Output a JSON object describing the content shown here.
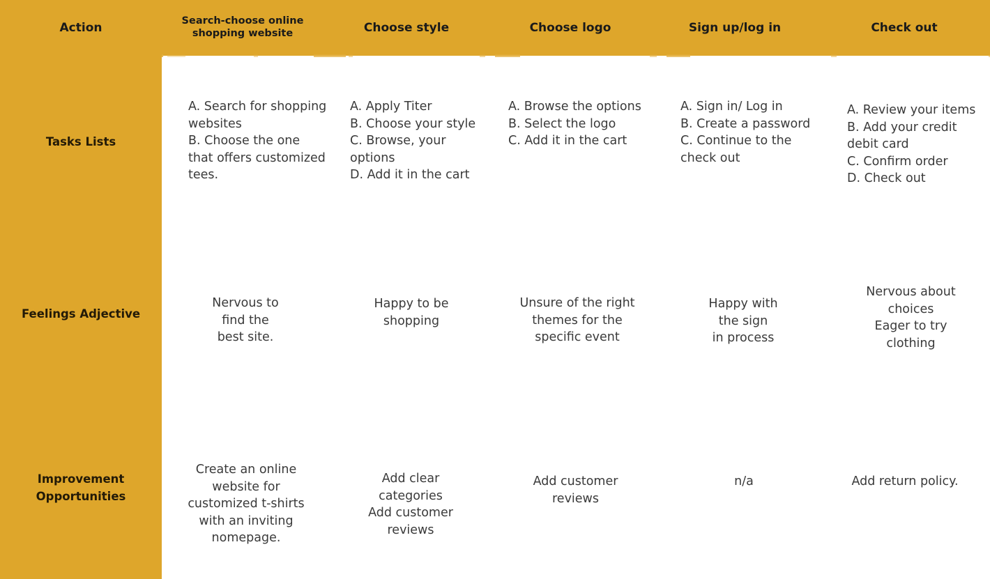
{
  "theme": {
    "accent_gold": "#DEA62B",
    "panel_background": "#FFFFFF",
    "header_text_color": "#1A1A1A",
    "body_text_color": "#3A3A3A"
  },
  "header": {
    "row_axis_label": "Action",
    "columns": [
      "Search-choose online\nshopping website",
      "Choose style",
      "Choose logo",
      "Sign up/log in",
      "Check out"
    ]
  },
  "rows": [
    {
      "label": "Tasks Lists",
      "align": "left",
      "cells": [
        "A. Search for shopping websites\nB. Choose the one that offers customized tees.",
        "A. Apply Titer\nB. Choose your style\nC. Browse, your options\nD. Add it in the cart",
        "A. Browse the options\nB. Select the logo\nC. Add it in the cart",
        "A. Sign in/ Log in\nB. Create a password\nC. Continue to the check out",
        "A. Review your items\nB. Add your credit debit card\nC. Confirm order\nD. Check out"
      ]
    },
    {
      "label": "Feelings Adjective",
      "align": "center",
      "cells": [
        "Nervous to\nfind the\nbest site.",
        "Happy to be\nshopping",
        "Unsure of the right\nthemes for the\nspecific event",
        "Happy with\nthe sign\nin process",
        "Nervous about\nchoices\nEager to try\nclothing"
      ]
    },
    {
      "label": "Improvement Opportunities",
      "align": "center",
      "cells": [
        "Create an online website for customized t-shirts with an inviting nomepage.",
        "Add clear\ncategories\nAdd customer\nreviews",
        "Add customer\nreviews",
        "n/a",
        "Add return policy."
      ]
    }
  ]
}
